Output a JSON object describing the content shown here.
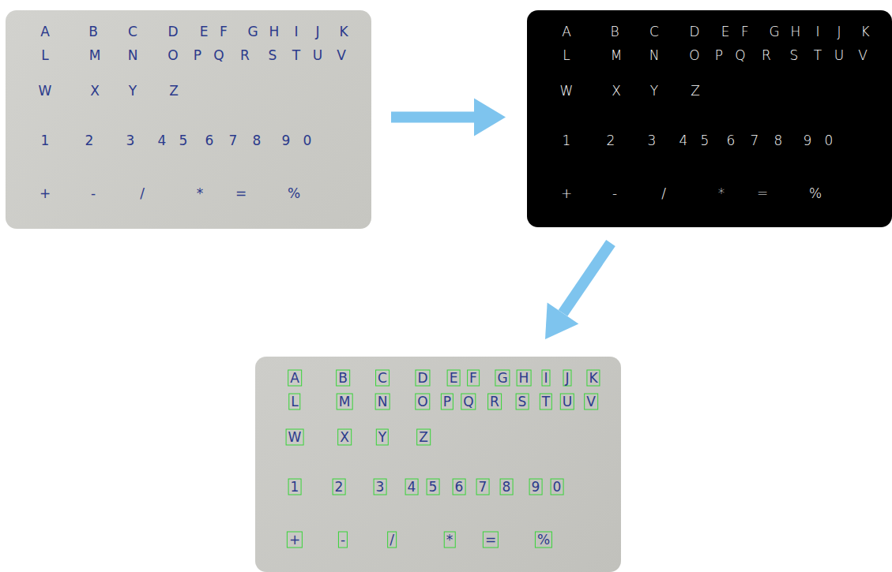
{
  "diagram": {
    "nodes": [
      {
        "text": [
          "A",
          "B",
          "C",
          "D",
          "E",
          "F",
          "G",
          "H",
          "I",
          "J",
          "K",
          "L",
          "M",
          "N",
          "O",
          "P",
          "Q",
          "R",
          "S",
          "T",
          "U",
          "V",
          "W",
          "X",
          "Y",
          "Z",
          "1",
          "2",
          "3",
          "4",
          "5",
          "6",
          "7",
          "8",
          "9",
          "0",
          "+",
          "-",
          "/",
          "*",
          "=",
          "%"
        ]
      },
      {
        "text": [
          "A",
          "B",
          "C",
          "D",
          "E",
          "F",
          "G",
          "H",
          "I",
          "J",
          "K",
          "L",
          "M",
          "N",
          "O",
          "P",
          "Q",
          "R",
          "S",
          "T",
          "U",
          "V",
          "W",
          "X",
          "Y",
          "Z",
          "1",
          "2",
          "3",
          "4",
          "5",
          "6",
          "7",
          "8",
          "9",
          "0",
          "+",
          "-",
          "/",
          "*",
          "=",
          "%"
        ]
      },
      {
        "text": [
          "A",
          "B",
          "C",
          "D",
          "E",
          "F",
          "G",
          "H",
          "I",
          "J",
          "K",
          "L",
          "M",
          "N",
          "O",
          "P",
          "Q",
          "R",
          "S",
          "T",
          "U",
          "V",
          "W",
          "X",
          "Y",
          "Z",
          "1",
          "2",
          "3",
          "4",
          "5",
          "6",
          "7",
          "8",
          "9",
          "0",
          "+",
          "-",
          "/",
          "*",
          "=",
          "%"
        ]
      }
    ],
    "edges": [
      {
        "from": 0,
        "to": 1,
        "arrow": "to"
      },
      {
        "from": 1,
        "to": 2,
        "arrow": "to"
      }
    ]
  }
}
